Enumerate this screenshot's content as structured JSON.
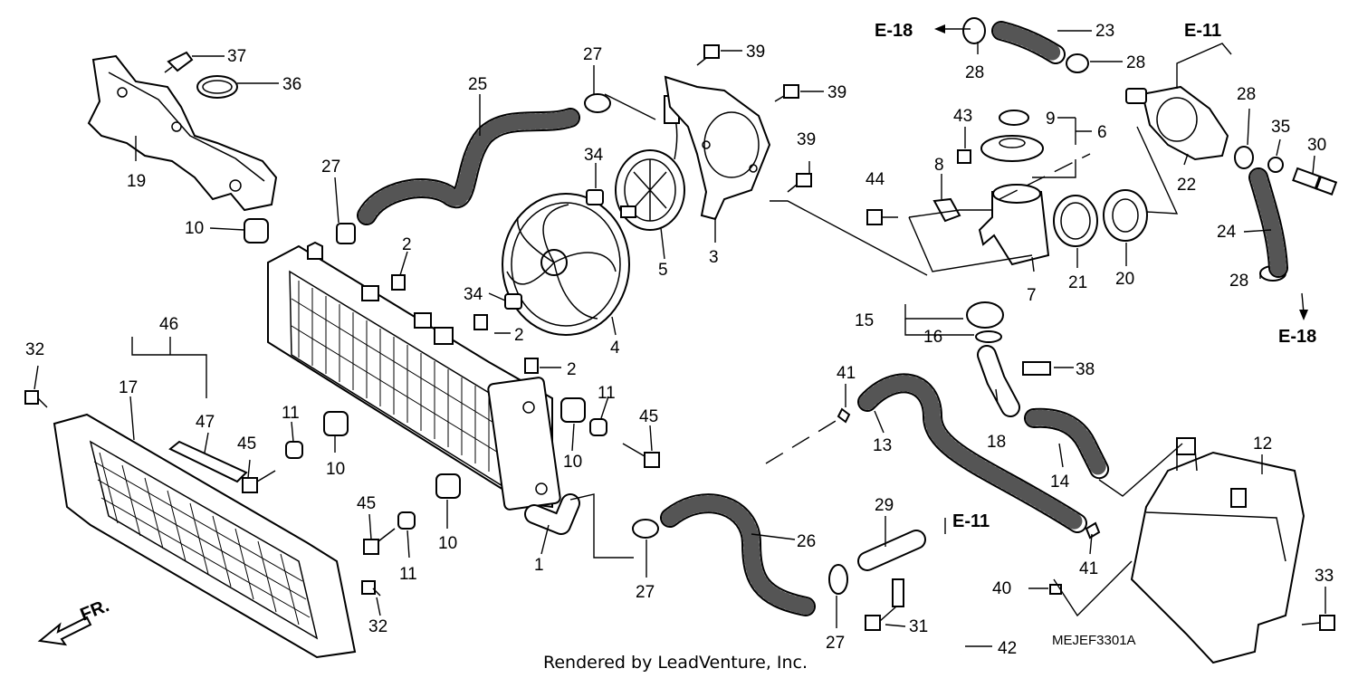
{
  "diagram": {
    "part_numbers": [
      "1",
      "2",
      "3",
      "4",
      "5",
      "6",
      "7",
      "8",
      "9",
      "10",
      "11",
      "12",
      "13",
      "14",
      "15",
      "16",
      "17",
      "18",
      "19",
      "20",
      "21",
      "22",
      "23",
      "24",
      "25",
      "26",
      "27",
      "28",
      "29",
      "30",
      "31",
      "32",
      "33",
      "34",
      "35",
      "36",
      "37",
      "38",
      "39",
      "40",
      "41",
      "42",
      "43",
      "44",
      "45",
      "46",
      "47"
    ],
    "references": {
      "e18_top": "E-18",
      "e11_top": "E-11",
      "e18_right": "E-18",
      "e11_bottom": "E-11"
    },
    "direction_label": "FR.",
    "drawing_code": "MEJEF3301A",
    "credit": "Rendered by LeadVenture, Inc."
  },
  "labels": {
    "l37": "37",
    "l36": "36",
    "l19": "19",
    "l10a": "10",
    "l27a": "27",
    "l25": "25",
    "l27b": "27",
    "l39a": "39",
    "l39b": "39",
    "l39c": "39",
    "l34a": "34",
    "l34b": "34",
    "l5": "5",
    "l3": "3",
    "l4": "4",
    "l2a": "2",
    "l2b": "2",
    "l2c": "2",
    "l32a": "32",
    "l46": "46",
    "l17": "17",
    "l47": "47",
    "l11a": "11",
    "l45a": "45",
    "l10b": "10",
    "l10c": "10",
    "l11b": "11",
    "l45b": "45",
    "l10d": "10",
    "l45c": "45",
    "l11c": "11",
    "l1": "1",
    "l27c": "27",
    "l26": "26",
    "l32b": "32",
    "l23": "23",
    "l28a": "28",
    "l28b": "28",
    "l28c": "28",
    "l28d": "28",
    "l9": "9",
    "l6": "6",
    "l43": "43",
    "l8": "8",
    "l44": "44",
    "l7": "7",
    "l21": "21",
    "l20": "20",
    "l22": "22",
    "l35": "35",
    "l30": "30",
    "l24": "24",
    "l15": "15",
    "l16": "16",
    "l38": "38",
    "l41a": "41",
    "l13": "13",
    "l18": "18",
    "l14": "14",
    "l12": "12",
    "l29": "29",
    "l41b": "41",
    "l40": "40",
    "l42": "42",
    "l31": "31",
    "l27d": "27",
    "l33": "33"
  }
}
